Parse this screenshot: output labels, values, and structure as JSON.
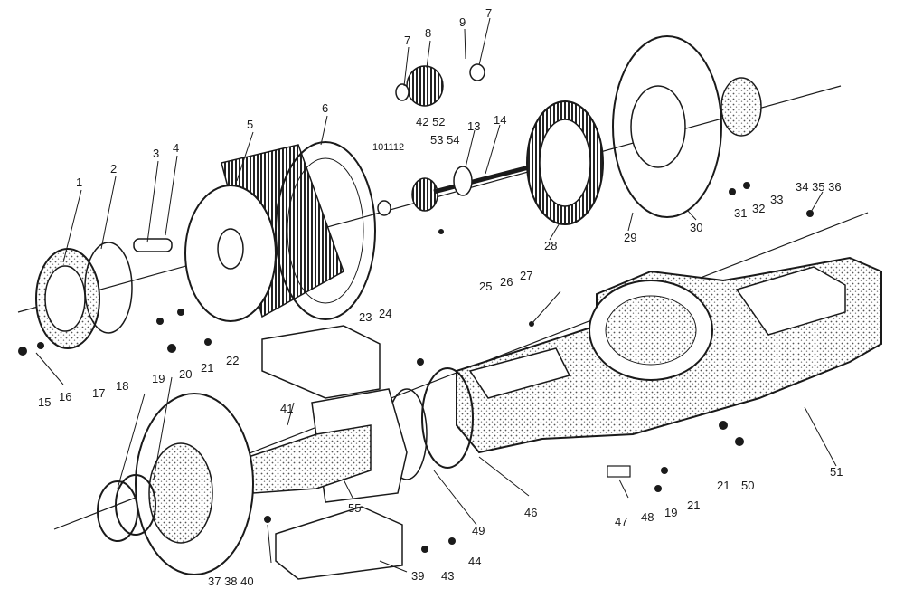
{
  "callouts": {
    "c1": "1",
    "c2": "2",
    "c3": "3",
    "c4": "4",
    "c5": "5",
    "c6": "6",
    "c7a": "7",
    "c7b": "7",
    "c8": "8",
    "c9": "9",
    "c10_11_12": "101112",
    "c13": "13",
    "c14": "14",
    "c15": "15",
    "c16": "16",
    "c17": "17",
    "c18": "18",
    "c19a": "19",
    "c19b": "19",
    "c20": "20",
    "c21a": "21",
    "c21b": "21",
    "c21c": "21",
    "c22": "22",
    "c23": "23",
    "c24": "24",
    "c25": "25",
    "c26": "26",
    "c27": "27",
    "c28": "28",
    "c29": "29",
    "c30": "30",
    "c31": "31",
    "c32": "32",
    "c33": "33",
    "c34_35_36": "34 35 36",
    "c37_38_40": "37 38 40",
    "c39": "39",
    "c41": "41",
    "c42_52": "42 52",
    "c53_54": "53 54",
    "c43": "43",
    "c44": "44",
    "c46": "46",
    "c47": "47",
    "c48": "48",
    "c49": "49",
    "c50": "50",
    "c51": "51",
    "c55": "55"
  },
  "colors": {
    "ink": "#1a1a1a",
    "shade": "#8a8a8a",
    "paper": "#ffffff"
  }
}
